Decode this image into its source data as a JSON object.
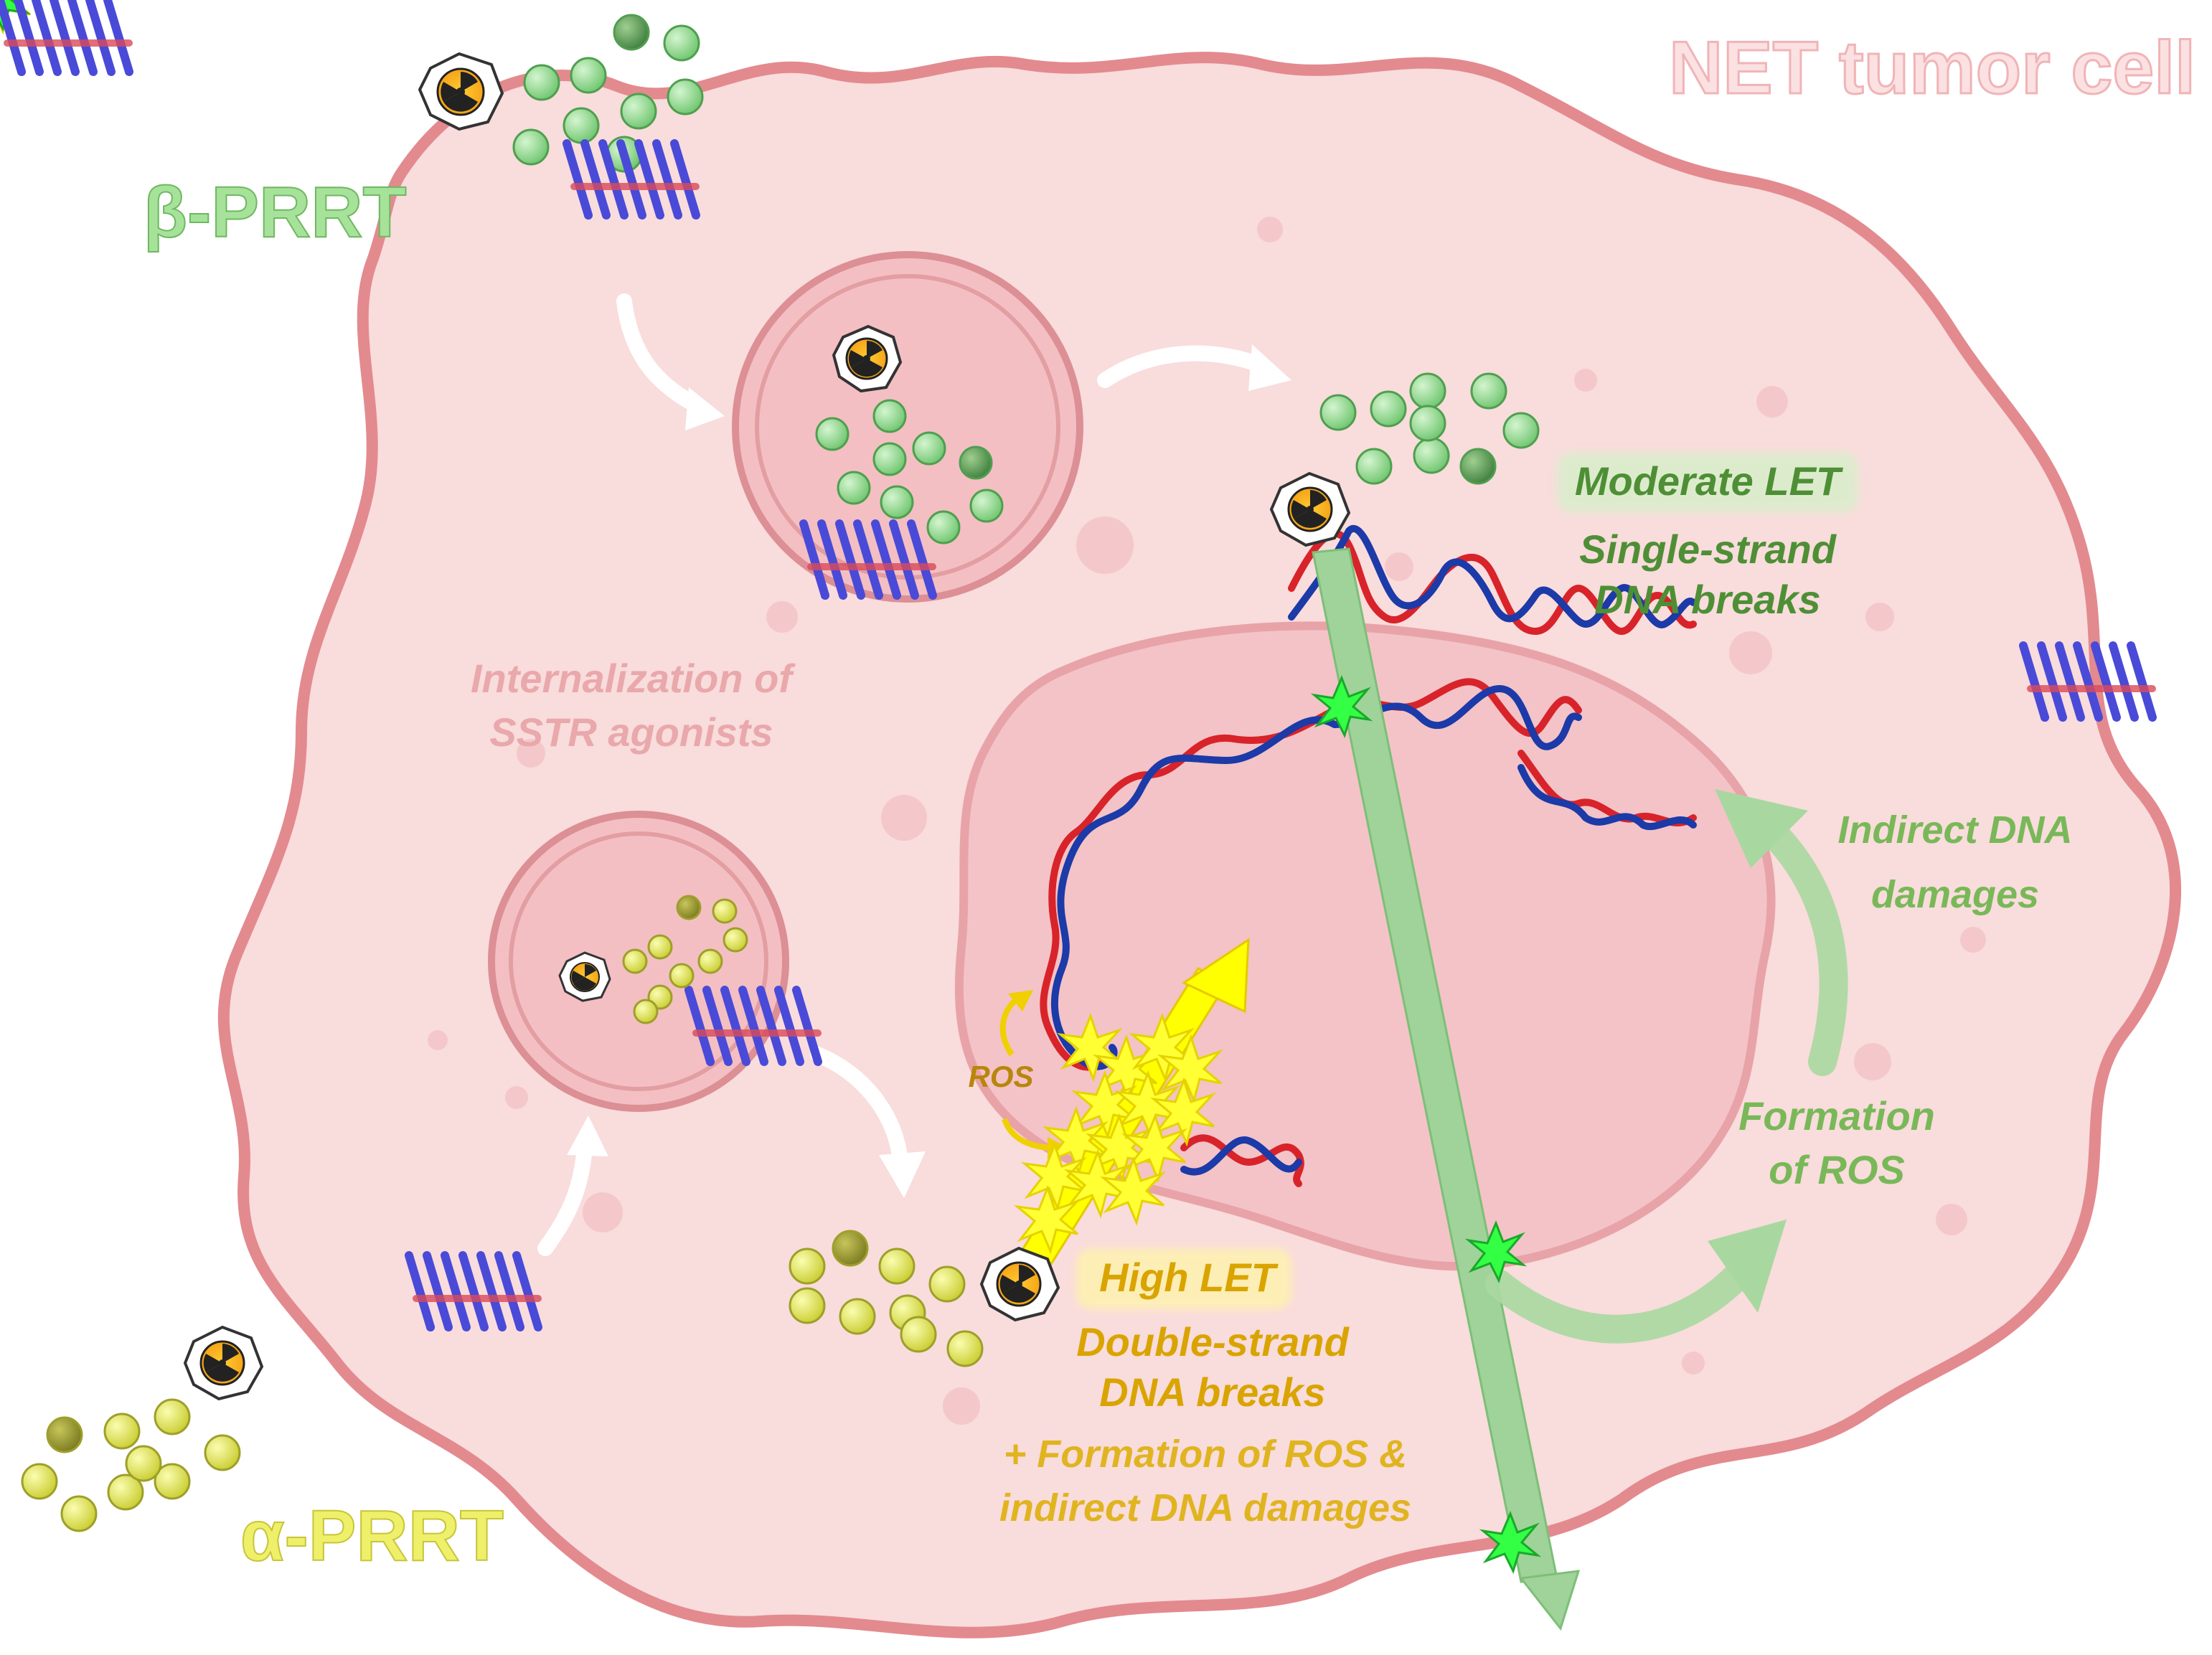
{
  "title": "NET tumor cell",
  "beta_label": "β-PRRT",
  "alpha_label": "α-PRRT",
  "internalization": {
    "line1": "Internalization of",
    "line2": "SSTR agonists"
  },
  "moderate": {
    "heading": "Moderate LET",
    "line1": "Single-strand",
    "line2": "DNA breaks"
  },
  "high": {
    "heading": "High LET",
    "line1": "Double-strand",
    "line2": "DNA breaks",
    "line3": "+ Formation of ROS &",
    "line4": "indirect DNA damages"
  },
  "indirect": {
    "line1": "Indirect DNA",
    "line2": "damages"
  },
  "formation": {
    "line1": "Formation",
    "line2": "of ROS"
  },
  "ros_label": "ROS",
  "colors": {
    "cell_membrane": "#e38a8f",
    "cytoplasm": "#f9dcdc",
    "nucleus": "#f3c3c7",
    "beta_green": "#8fd88f",
    "alpha_yellow": "#e8ec6a",
    "receptor_blue": "#4a4ad8",
    "dna_red": "#d8232a",
    "dna_blue": "#1c3aa8",
    "beta_track": "#9fd39a",
    "alpha_track": "#ffff00",
    "text_green": "#4e8f36",
    "text_gold": "#d9a400",
    "text_pink": "#e9a8ab"
  },
  "icons": [
    "radioactive-icon",
    "receptor-icon",
    "peptide-icon",
    "dna-helix-icon",
    "damage-burst-icon",
    "arrow-icon"
  ]
}
